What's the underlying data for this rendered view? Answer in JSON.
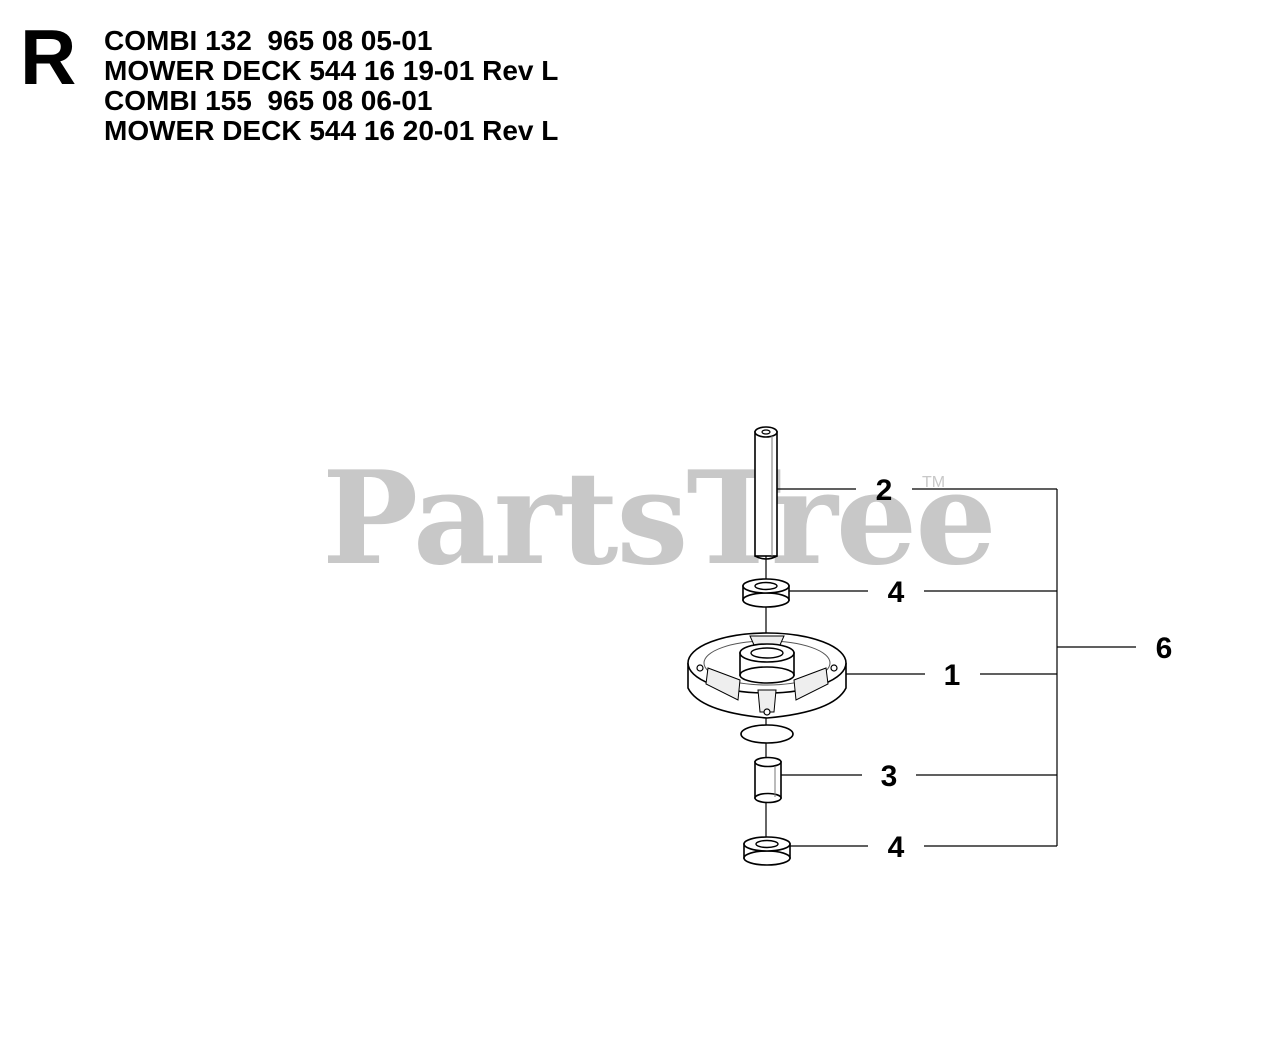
{
  "section_letter": "R",
  "header_lines": [
    "COMBI 132  965 08 05-01",
    "MOWER DECK 544 16 19-01 Rev L",
    "COMBI 155  965 08 06-01",
    "MOWER DECK 544 16 20-01 Rev L"
  ],
  "watermark": {
    "text": "PartsTree",
    "tm": "TM"
  },
  "callouts": {
    "shaft": "2",
    "bearing_top": "4",
    "housing": "1",
    "spacer": "3",
    "bearing_bottom": "4",
    "assembly": "6"
  }
}
